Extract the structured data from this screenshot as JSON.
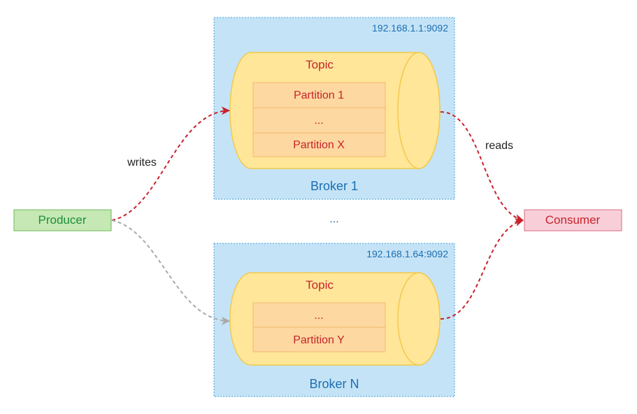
{
  "brokers": [
    {
      "address": "192.168.1.1:9092",
      "name": "Broker 1",
      "topic": "Topic",
      "partitions": [
        "Partition 1",
        "...",
        "Partition X"
      ]
    },
    {
      "address": "192.168.1.64:9092",
      "name": "Broker N",
      "topic": "Topic",
      "partitions": [
        "...",
        "Partition Y"
      ]
    }
  ],
  "between_brokers": "...",
  "producer": {
    "label": "Producer"
  },
  "consumer": {
    "label": "Consumer"
  },
  "edges": {
    "writes": "writes",
    "reads": "reads"
  },
  "colors": {
    "active_arrow": "#c8232c",
    "inactive_arrow": "#a9a9a9",
    "broker_fill": "#c5e3f6",
    "topic_fill": "#ffe699",
    "partition_fill": "#fdd8a0",
    "producer_fill": "#c5e8b4",
    "consumer_fill": "#f8cfd8"
  }
}
